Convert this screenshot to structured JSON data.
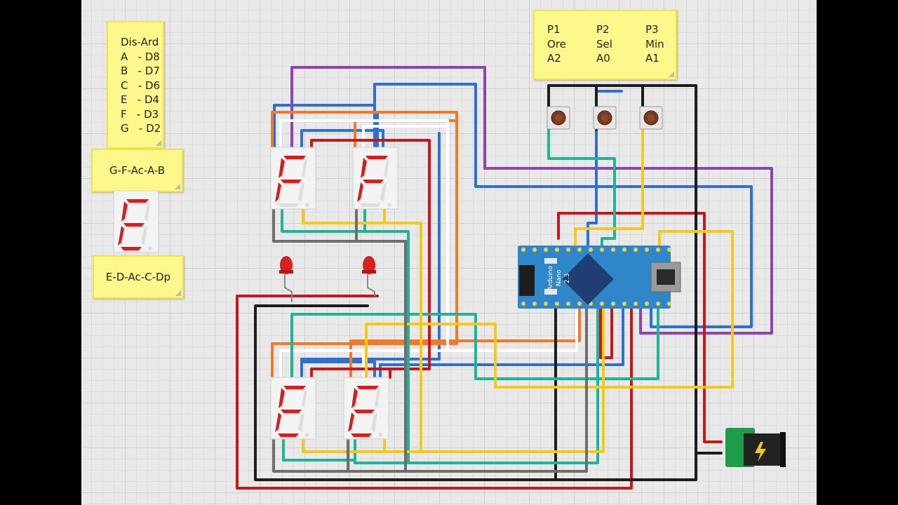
{
  "notes": {
    "display_arduino": {
      "title": "Dis-Ard",
      "lines": [
        "A   - D8",
        "B   - D7",
        "C   - D6",
        "E   - D4",
        "F   - D3",
        "G   - D2"
      ]
    },
    "top_pins": "G-F-Ac-A-B",
    "bottom_pins": "E-D-Ac-C-Dp",
    "buttons": [
      {
        "name": "P1",
        "function": "Ore",
        "pin": "A2"
      },
      {
        "name": "P2",
        "function": "Sel",
        "pin": "A0"
      },
      {
        "name": "P3",
        "function": "Min",
        "pin": "A1"
      }
    ]
  },
  "board": {
    "line1": "Arduino",
    "line2": "Nano",
    "line3": "2.3"
  },
  "colors": {
    "red": "#c8161d",
    "black": "#1c1c1c",
    "blue": "#2f6fd1",
    "purple": "#8e44ad",
    "orange": "#f07a28",
    "yellow": "#f4c81c",
    "green": "#1fb39a",
    "gray": "#6e6e6e",
    "white": "#ffffff",
    "display_segment": "#d21f1f",
    "board_blue": "#2f86c9",
    "power_green": "#1e9c4a"
  },
  "power_icon": "lightning-icon"
}
